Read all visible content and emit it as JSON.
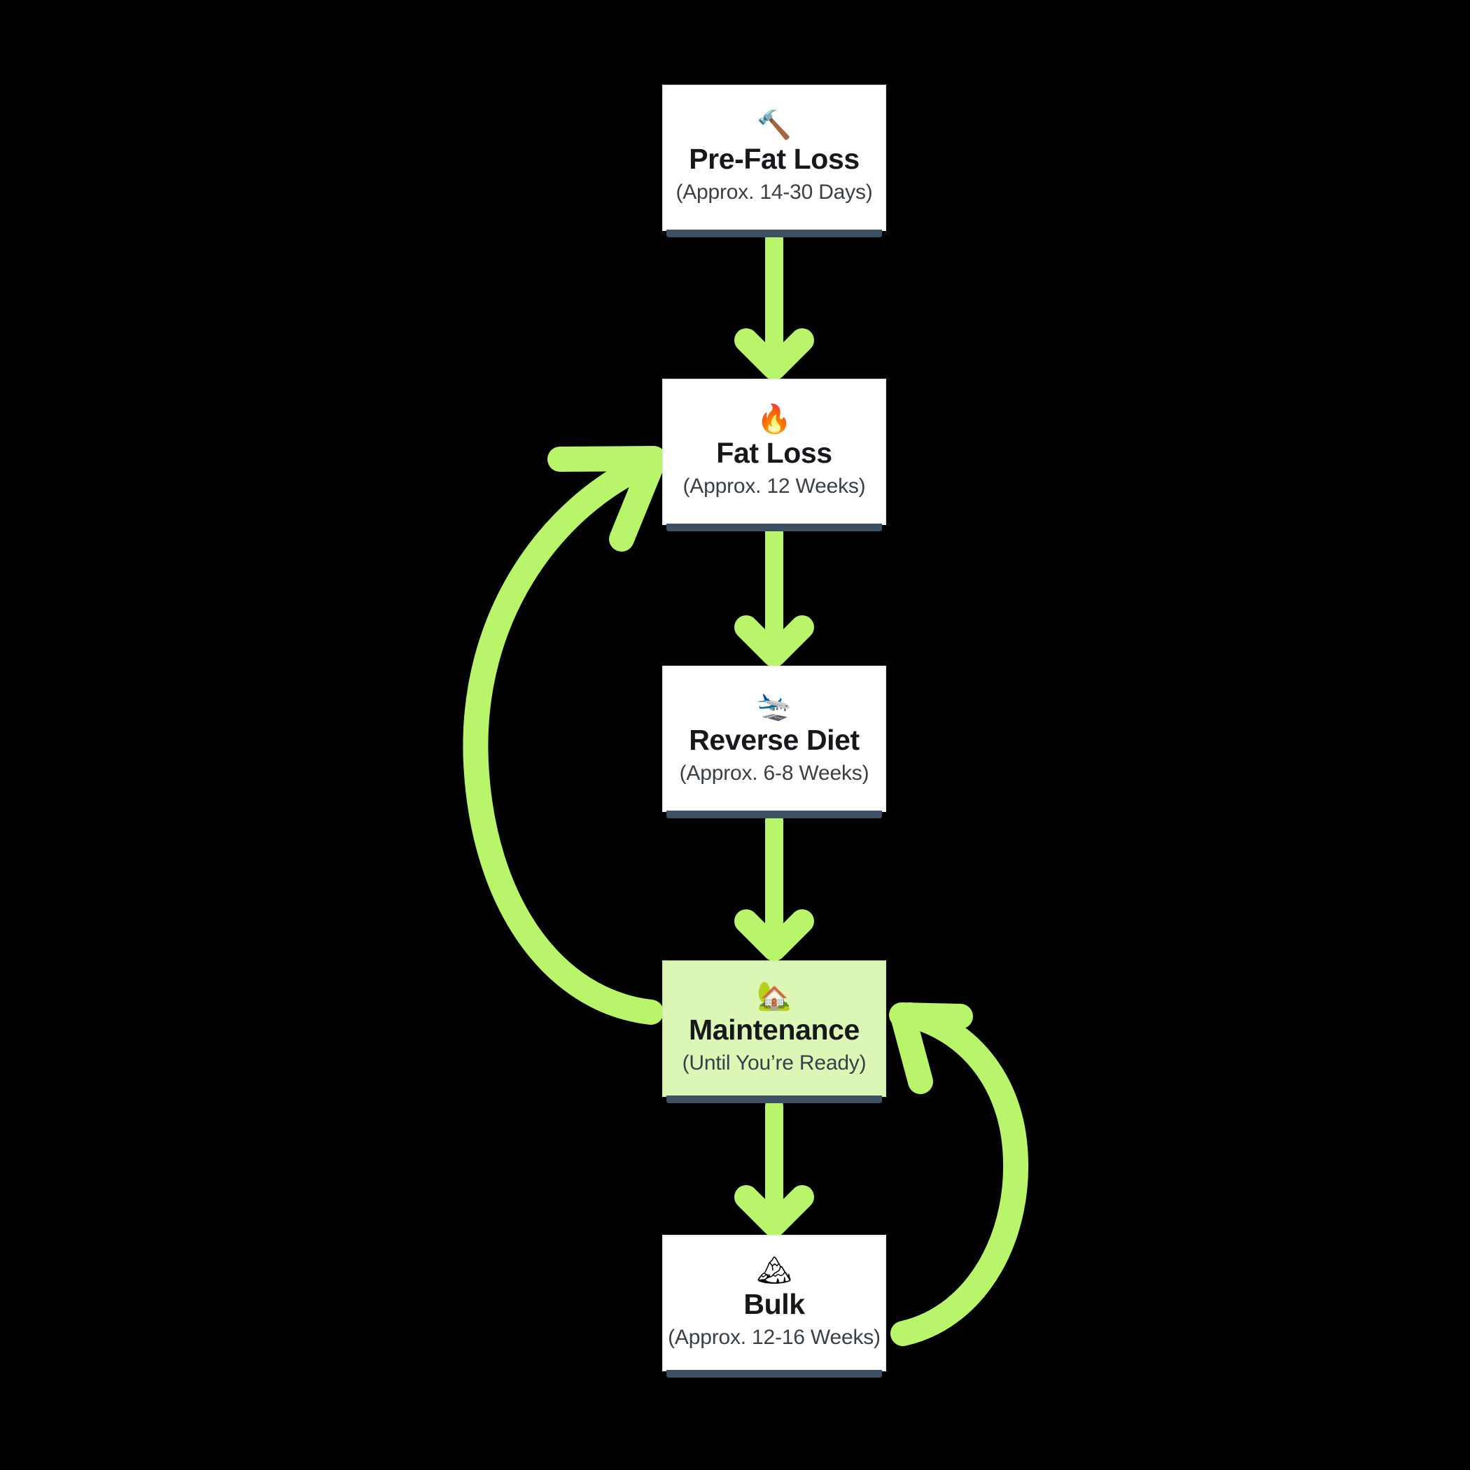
{
  "diagram": {
    "title": "Fat Loss / Bulk Cycle Flowchart",
    "background_color": "#000000",
    "accent_color": "#b9f56a",
    "highlight_fill": "#dbf6b5",
    "shadow_color": "#3d4f63",
    "nodes": [
      {
        "id": "pre-fat-loss",
        "icon": "🔨",
        "icon_name": "hammer-icon",
        "title": "Pre-Fat Loss",
        "subtitle": "(Approx. 14-30 Days)",
        "highlighted": false
      },
      {
        "id": "fat-loss",
        "icon": "🔥",
        "icon_name": "fire-icon",
        "title": "Fat Loss",
        "subtitle": "(Approx. 12 Weeks)",
        "highlighted": false
      },
      {
        "id": "reverse-diet",
        "icon": "🛬",
        "icon_name": "airplane-arriving-icon",
        "title": "Reverse Diet",
        "subtitle": "(Approx. 6-8 Weeks)",
        "highlighted": false
      },
      {
        "id": "maintenance",
        "icon": "🏡",
        "icon_name": "house-with-garden-icon",
        "title": "Maintenance",
        "subtitle": "(Until You’re Ready)",
        "highlighted": true
      },
      {
        "id": "bulk",
        "icon": "🏔",
        "icon_name": "snow-capped-mountain-icon",
        "title": "Bulk",
        "subtitle": "(Approx. 12-16 Weeks)",
        "highlighted": false
      }
    ],
    "edges": [
      {
        "id": "e0",
        "from": "pre-fat-loss",
        "to": "fat-loss",
        "style": "straight-down"
      },
      {
        "id": "e1",
        "from": "fat-loss",
        "to": "reverse-diet",
        "style": "straight-down"
      },
      {
        "id": "e2",
        "from": "reverse-diet",
        "to": "maintenance",
        "style": "straight-down"
      },
      {
        "id": "e3",
        "from": "maintenance",
        "to": "fat-loss",
        "style": "curve-left-up"
      },
      {
        "id": "e4",
        "from": "maintenance",
        "to": "bulk",
        "style": "straight-down"
      },
      {
        "id": "e5",
        "from": "bulk",
        "to": "maintenance",
        "style": "curve-right-up"
      }
    ]
  }
}
